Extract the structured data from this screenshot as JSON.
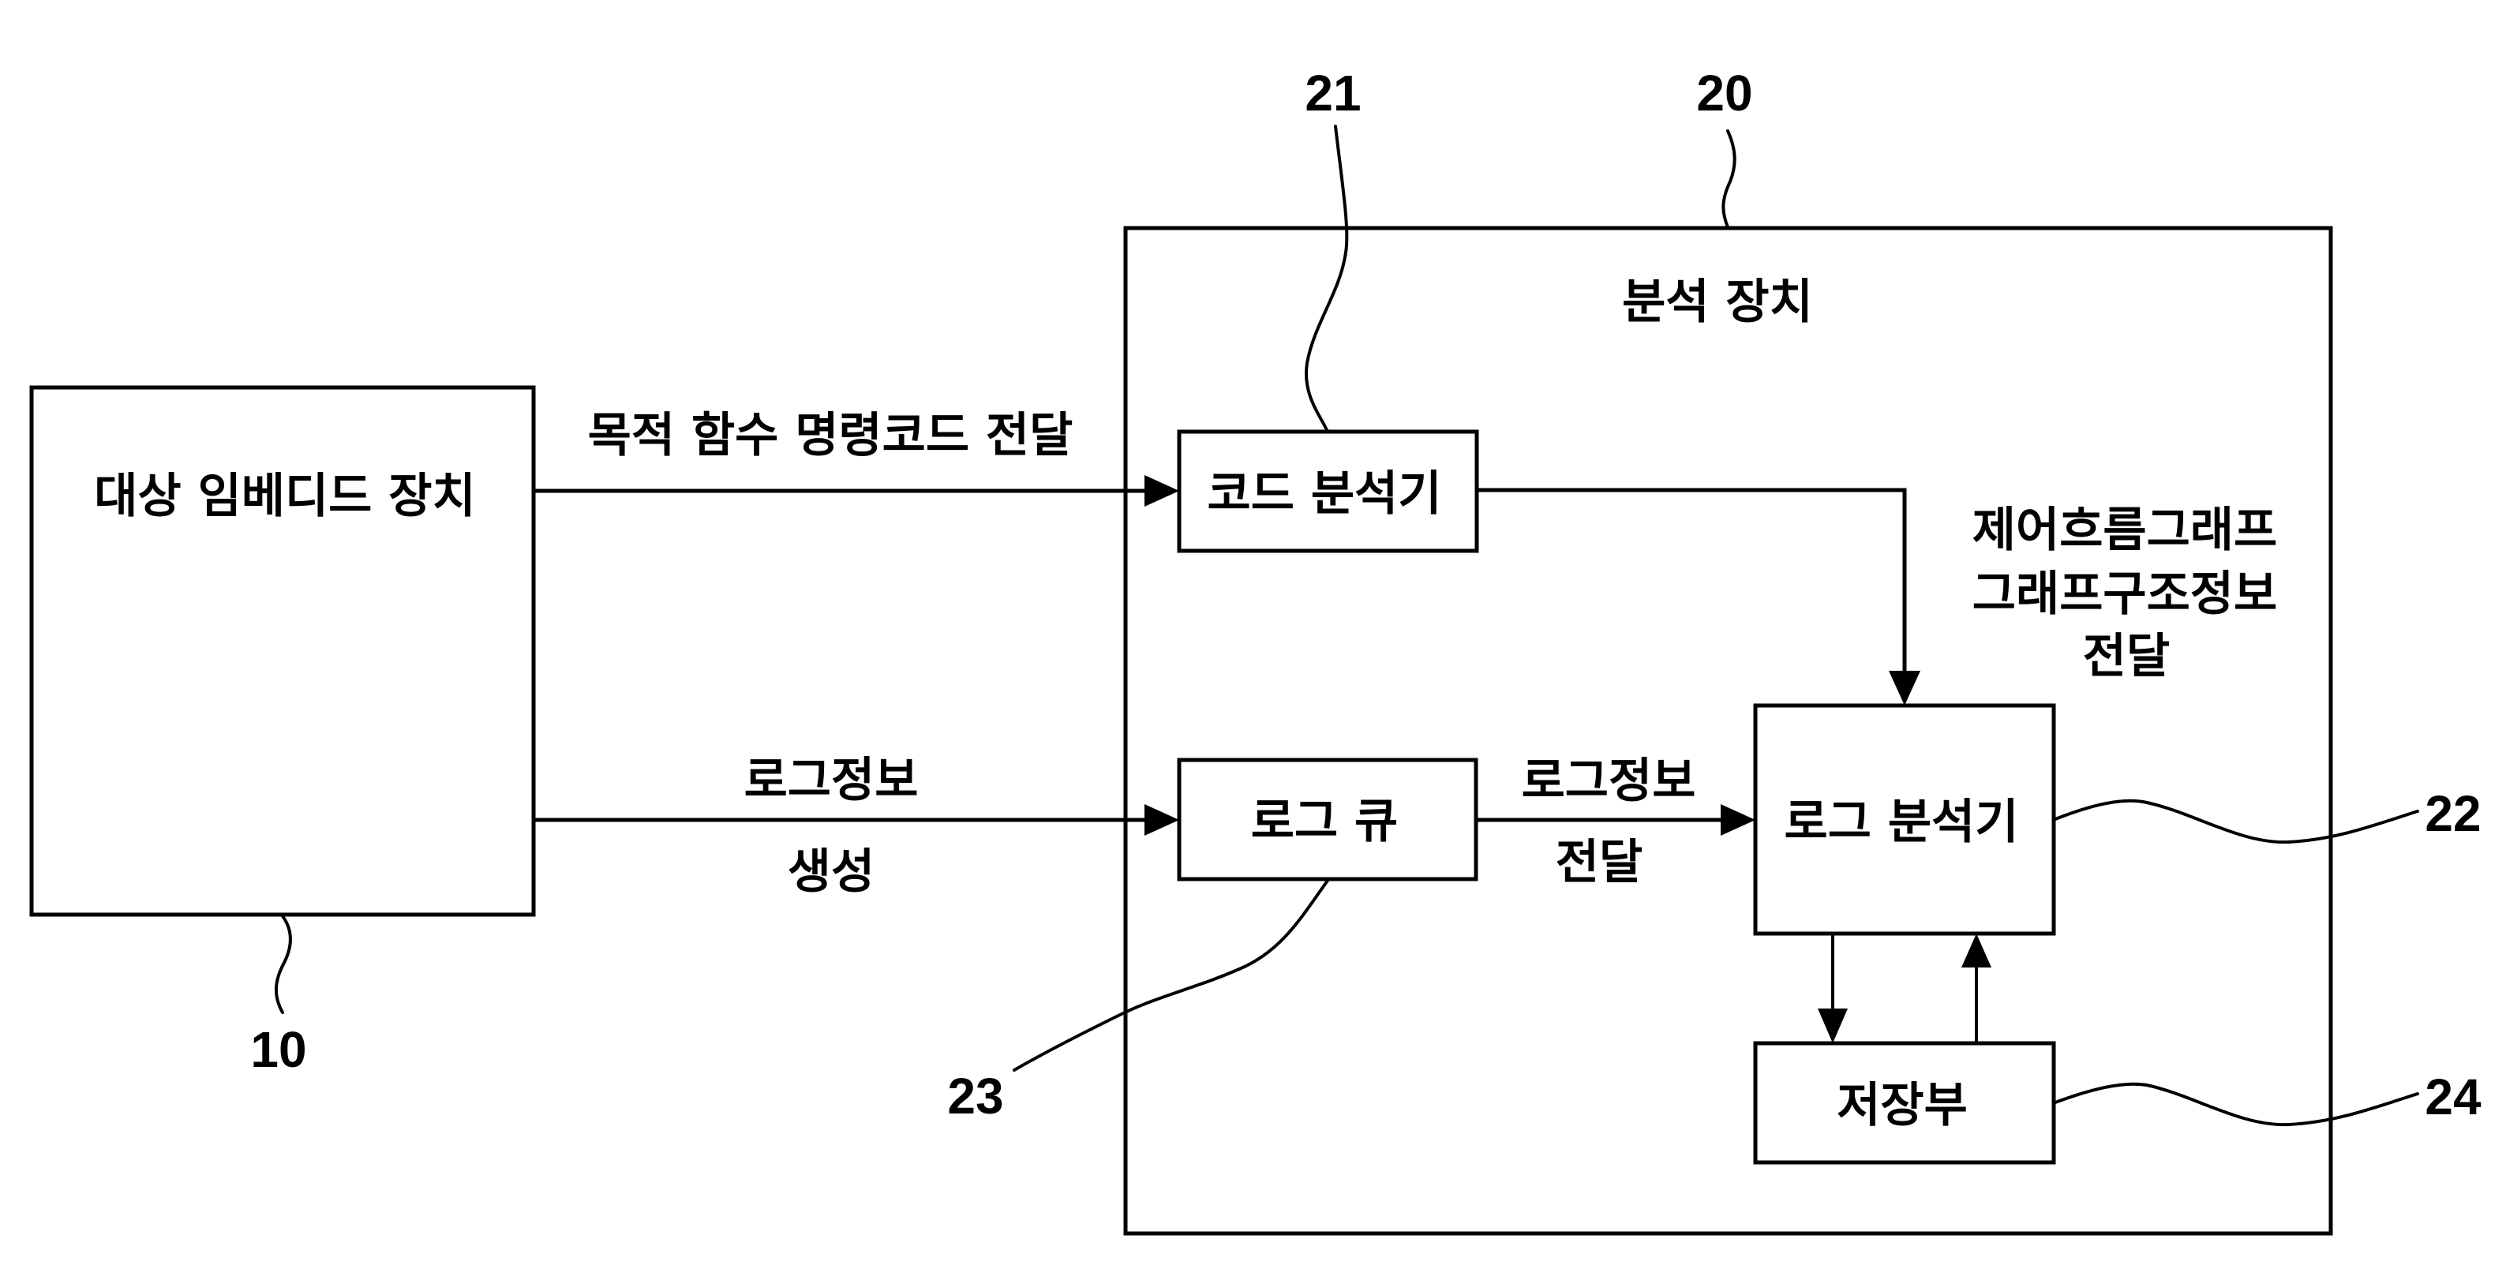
{
  "diagram": {
    "title": "분석 장치 구성도",
    "colors": {
      "stroke": "#000000",
      "background": "#ffffff"
    },
    "blocks": {
      "target_device": {
        "label": "대상 임베디드 장치",
        "ref": "10"
      },
      "analysis_device": {
        "label": "분석 장치",
        "ref": "20"
      },
      "code_analyzer": {
        "label": "코드 분석기",
        "ref": "21"
      },
      "log_analyzer": {
        "label": "로그 분석기",
        "ref": "22"
      },
      "log_queue": {
        "label": "로그 큐",
        "ref": "23"
      },
      "storage": {
        "label": "저장부",
        "ref": "24"
      }
    },
    "edges": {
      "target_to_code": {
        "from": "target_device",
        "to": "code_analyzer",
        "label": "목적 함수 명령코드 전달"
      },
      "target_to_queue": {
        "from": "target_device",
        "to": "log_queue",
        "label_top": "로그정보",
        "label_bottom": "생성"
      },
      "queue_to_log_analyzer": {
        "from": "log_queue",
        "to": "log_analyzer",
        "label_top": "로그정보",
        "label_bottom": "전달"
      },
      "code_to_log_analyzer": {
        "from": "code_analyzer",
        "to": "log_analyzer",
        "label_lines": [
          "제어흐름그래프",
          "그래프구조정보",
          "전달"
        ]
      },
      "log_analyzer_to_storage": {
        "from": "log_analyzer",
        "to": "storage"
      },
      "storage_to_log_analyzer": {
        "from": "storage",
        "to": "log_analyzer"
      }
    }
  }
}
